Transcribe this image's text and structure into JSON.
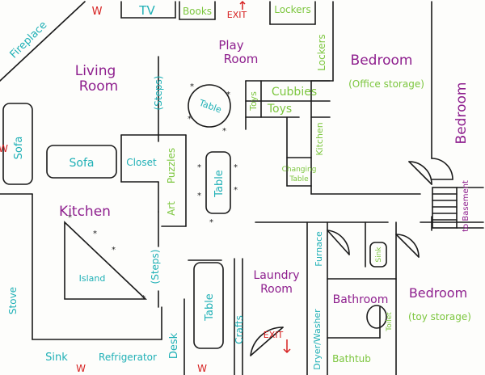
{
  "colors": {
    "room": "#8e1f8e",
    "furniture": "#1fb0b6",
    "storage": "#7cc63e",
    "exit": "#d62020",
    "window": "#d62020"
  },
  "rooms": {
    "living_room": [
      "Living",
      "Room"
    ],
    "play_room": [
      "Play",
      "Room"
    ],
    "bedroom_office": "Bedroom",
    "bedroom_side": "Bedroom",
    "kitchen": "Kitchen",
    "laundry_room": [
      "Laundry",
      "Room"
    ],
    "bathroom": "Bathroom",
    "bedroom_toy": "Bedroom"
  },
  "notes": {
    "office_storage": "(Office storage)",
    "toy_storage": "(toy storage)"
  },
  "furniture": {
    "tv": "TV",
    "fireplace": "Fireplace",
    "sofa_left": "Sofa",
    "sofa_center": "Sofa",
    "closet": "Closet",
    "table_round": "Table",
    "table_long": "Table",
    "island": "Island",
    "table_lower": "Table",
    "stove": "Stove",
    "sink": "Sink",
    "desk": "Desk",
    "crafts": "Crafts",
    "dryer_washer": "Dryer/Washer",
    "furnace": "Furnace",
    "steps_upper": "(Steps)",
    "steps_lower": "(Steps)",
    "refrigerator": "Refrigerator"
  },
  "storage": {
    "books": "Books",
    "lockers_top": "Lockers",
    "lockers_side": "Lockers",
    "cubbies": "Cubbies",
    "toys_vertical": "Toys",
    "toys": "Toys",
    "kitchen_play": "Kitchen",
    "changing_table": [
      "Changing",
      "Table"
    ],
    "art": "Art",
    "puzzles": "Puzzles",
    "bath_sink": "Sink",
    "toilet": "Toilet",
    "bathtub": "Bathtub"
  },
  "exits": {
    "top": "EXIT",
    "bottom": "EXIT"
  },
  "window_mark": "W",
  "stairs_label": "to Basement"
}
